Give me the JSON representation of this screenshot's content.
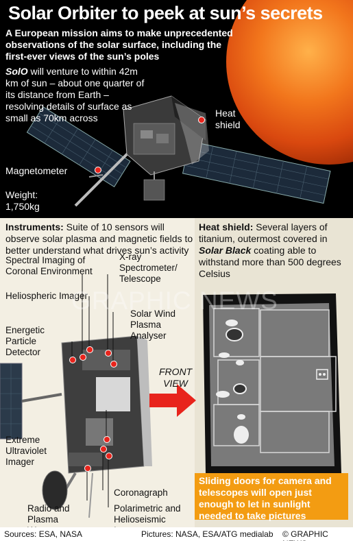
{
  "title": "Solar Orbiter to peek at sun’s secrets",
  "intro": "A European mission aims to make unprecedented observations of the solar surface, including the first-ever views of the sun’s poles",
  "solo_name": "SolO",
  "solo_text": " will venture to within 42m km of sun – about one quarter of its distance from Earth – resolving details of surface as small as 70km across",
  "labels": {
    "heat_shield": "Heat shield",
    "magnetometer": "Magnetometer",
    "weight": "Weight: 1,750kg"
  },
  "instruments": {
    "heading": "Instruments:",
    "text": " Suite of 10 sensors will observe solar plasma and magnetic fields to better understand what drives sun’s activity",
    "items": [
      "Spectral Imaging of Coronal Environment",
      "X-ray Spectrometer/ Telescope",
      "Heliospheric Imager",
      "Solar Wind Plasma Analyser",
      "Energetic Particle Detector",
      "Extreme Ultraviolet Imager",
      "Coronagraph",
      "Radio and Plasma Waves",
      "Polarimetric and Helioseismic Imager"
    ]
  },
  "heat_shield_info": {
    "heading": "Heat shield:",
    "text_1": " Several layers of titanium, outermost covered in ",
    "coating": "Solar Black",
    "text_2": " coating able to withstand more than 500 degrees Celsius"
  },
  "front_view": "FRONT VIEW",
  "sliding_doors": "Sliding doors for camera and telescopes will open just enough to let in sunlight needed to take pictures",
  "watermark": "GRAPHIC NEWS",
  "footer": {
    "sources": "Sources: ESA, NASA",
    "pictures": "Pictures: NASA, ESA/ATG medialab",
    "copyright": "© GRAPHIC NEWS"
  },
  "colors": {
    "accent_red": "#e8241c",
    "orange": "#f39c12",
    "sun": "#e2541a"
  }
}
